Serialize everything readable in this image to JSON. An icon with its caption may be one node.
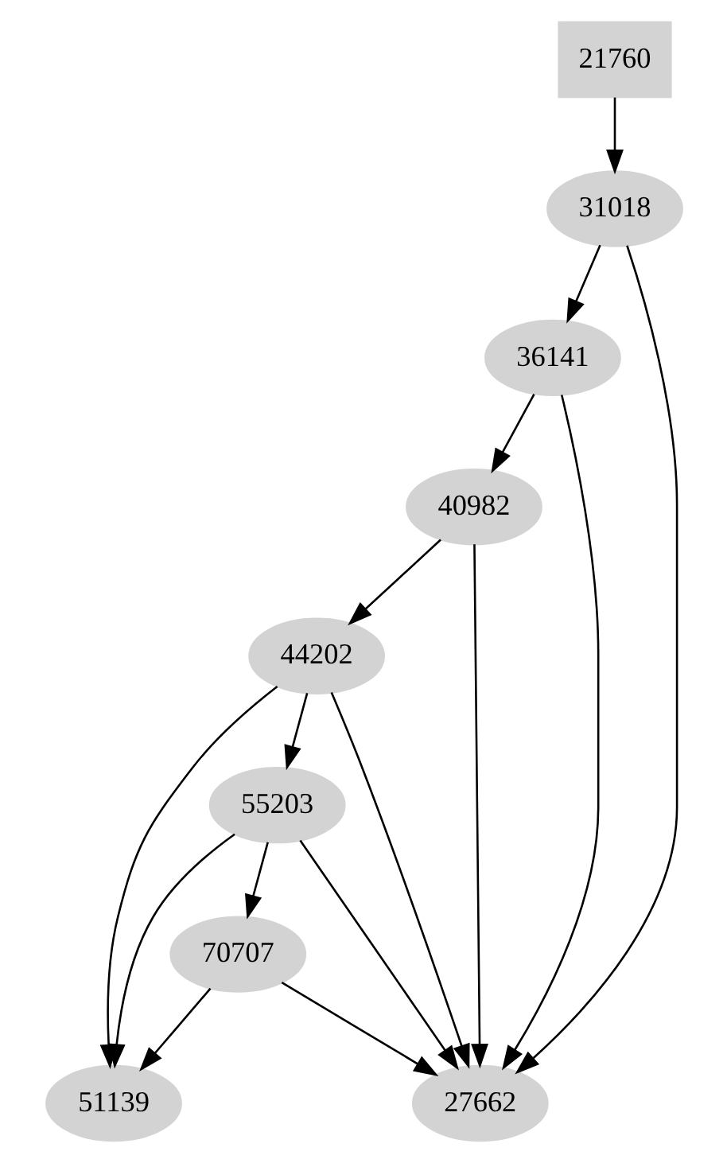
{
  "diagram": {
    "nodes": [
      {
        "text": [
          "21760"
        ]
      },
      {
        "text": [
          "31018"
        ]
      },
      {
        "text": [
          "36141"
        ]
      },
      {
        "text": [
          "40982"
        ]
      },
      {
        "text": [
          "44202"
        ]
      },
      {
        "text": [
          "55203"
        ]
      },
      {
        "text": [
          "70707"
        ]
      },
      {
        "text": [
          "51139"
        ]
      },
      {
        "text": [
          "27662"
        ]
      }
    ],
    "edges": [
      {
        "from": 0,
        "to": 1,
        "arrow": "to"
      },
      {
        "from": 1,
        "to": 2,
        "arrow": "to"
      },
      {
        "from": 1,
        "to": 8,
        "arrow": "to"
      },
      {
        "from": 2,
        "to": 3,
        "arrow": "to"
      },
      {
        "from": 2,
        "to": 8,
        "arrow": "to"
      },
      {
        "from": 3,
        "to": 4,
        "arrow": "to"
      },
      {
        "from": 3,
        "to": 8,
        "arrow": "to"
      },
      {
        "from": 4,
        "to": 5,
        "arrow": "to"
      },
      {
        "from": 4,
        "to": 7,
        "arrow": "to"
      },
      {
        "from": 4,
        "to": 8,
        "arrow": "to"
      },
      {
        "from": 5,
        "to": 6,
        "arrow": "to"
      },
      {
        "from": 5,
        "to": 7,
        "arrow": "to"
      },
      {
        "from": 5,
        "to": 8,
        "arrow": "to"
      },
      {
        "from": 6,
        "to": 7,
        "arrow": "to"
      },
      {
        "from": 6,
        "to": 8,
        "arrow": "to"
      }
    ]
  }
}
